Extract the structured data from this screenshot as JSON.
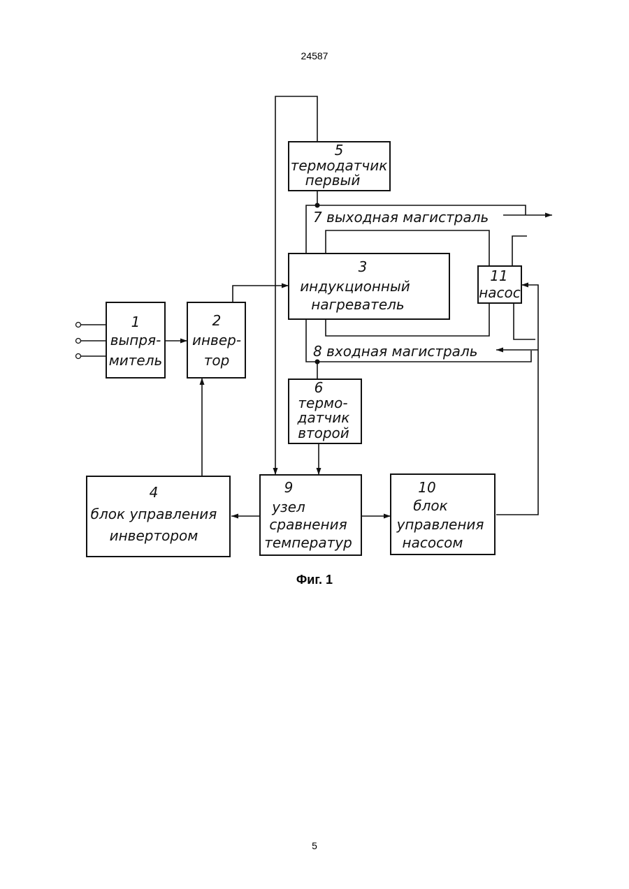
{
  "header": {
    "document_number": "24587"
  },
  "diagram": {
    "blocks": {
      "rectifier": [
        "1",
        "выпря-",
        "митель"
      ],
      "inverter": [
        "2",
        "инвер-",
        "тор"
      ],
      "heater": [
        "3",
        "индукционный",
        "нагреватель"
      ],
      "inverter_control": [
        "4",
        "блок управления",
        "инвертором"
      ],
      "sensor1": [
        "5",
        "термодатчик",
        "первый"
      ],
      "sensor2": [
        "6",
        "термо-",
        "датчик",
        "второй"
      ],
      "comparator": [
        "9",
        "узел",
        "сравнения",
        "температур"
      ],
      "pump_control": [
        "10",
        "блок",
        "управления",
        "насосом"
      ],
      "pump": [
        "11",
        "насос"
      ]
    },
    "lines": {
      "output_main": "7 выходная  магистраль",
      "input_main": "8 входная  магистраль"
    }
  },
  "caption": "Фиг. 1",
  "footer": {
    "page_number": "5"
  }
}
